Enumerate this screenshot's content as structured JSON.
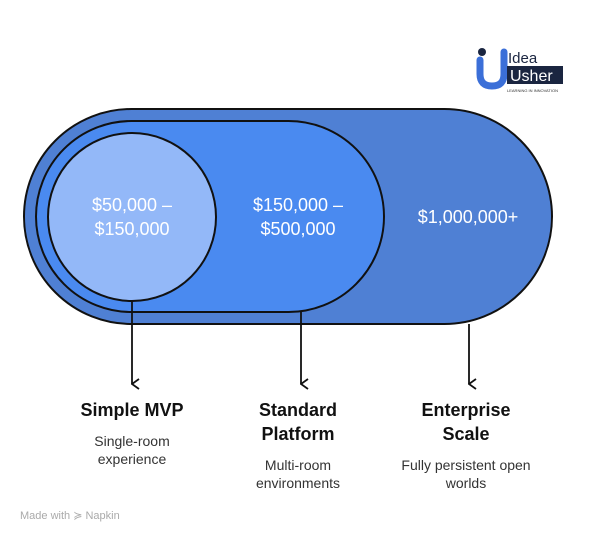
{
  "logo": {
    "line1": "Idea",
    "line2": "Usher",
    "tagline": "LEARNING IN INNOVATION"
  },
  "stages": [
    {
      "value": "$50,000 –\n$150,000",
      "value_l1": "$50,000 –",
      "value_l2": "$150,000",
      "title_l1": "Simple MVP",
      "title_l2": "",
      "desc_l1": "Single-room",
      "desc_l2": "experience"
    },
    {
      "value_l1": "$150,000 –",
      "value_l2": "$500,000",
      "title_l1": "Standard",
      "title_l2": "Platform",
      "desc_l1": "Multi-room",
      "desc_l2": "environments"
    },
    {
      "value_l1": "$1,000,000+",
      "title_l1": "Enterprise",
      "title_l2": "Scale",
      "desc_l1": "Fully persistent open",
      "desc_l2": "worlds"
    }
  ],
  "footer": {
    "made_with": "Made with",
    "brand": "Napkin"
  },
  "colors": {
    "outer": "#4f80d4",
    "middle": "#4a8af0",
    "inner": "#93b8f8"
  }
}
